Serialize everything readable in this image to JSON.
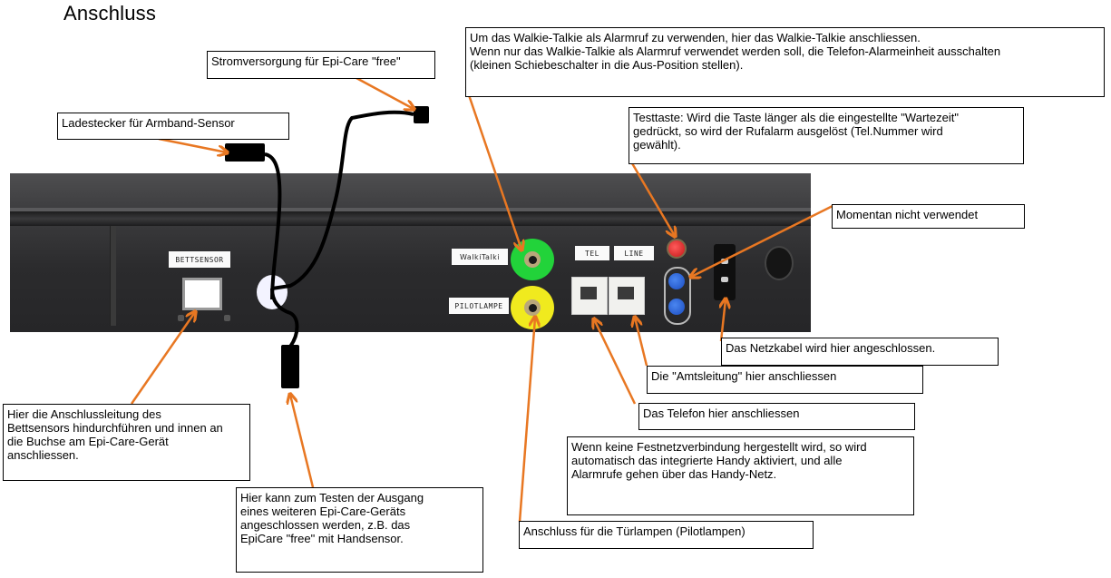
{
  "title": "Anschluss",
  "device_labels": {
    "bettsensor": "BETTSENSOR",
    "walkitalki": "WalkiTalki",
    "pilotlampe": "PILOTLAMPE",
    "tel": "TEL",
    "line": "LINE"
  },
  "callouts": {
    "walkie_talkie": "Um das Walkie-Talkie als Alarmruf zu verwenden, hier das Walkie-Talkie anschliessen.\nWenn nur das Walkie-Talkie als Alarmruf verwendet werden soll, die Telefon-Alarmeinheit ausschalten\n(kleinen Schiebeschalter in die Aus-Position stellen).",
    "stromversorgung": "Stromversorgung für Epi-Care \"free\"",
    "ladestecker": "Ladestecker für Armband-Sensor",
    "testtaste": "Testtaste: Wird die Taste länger als die eingestellte \"Wartezeit\"\ngedrückt, so wird der Rufalarm ausgelöst (Tel.Nummer wird\ngewählt).",
    "nicht_verwendet": "Momentan nicht verwendet",
    "netzkabel": "Das Netzkabel wird hier angeschlossen.",
    "amtsleitung": "Die \"Amtsleitung\" hier anschliessen",
    "telefon": "Das Telefon hier anschliessen",
    "handy": "Wenn keine Festnetzverbindung hergestellt wird, so wird\nautomatisch das integrierte Handy aktiviert, und alle\nAlarmrufe gehen über das Handy-Netz.",
    "tuerlampen": "Anschluss für die Türlampen (Pilotlampen)",
    "bettsensor": "Hier die Anschlussleitung des\nBettsensors hindurchführen und innen an\ndie Buchse am Epi-Care-Gerät\nanschliessen.",
    "ausgang": "Hier kann zum Testen der Ausgang\neines weiteren Epi-Care-Geräts\nangeschlossen werden, z.B. das\nEpiCare \"free\" mit Handsensor."
  },
  "colors": {
    "arrow": "#e87722",
    "walkie_jack": "#22d33a",
    "pilot_jack": "#f0ea1e"
  }
}
